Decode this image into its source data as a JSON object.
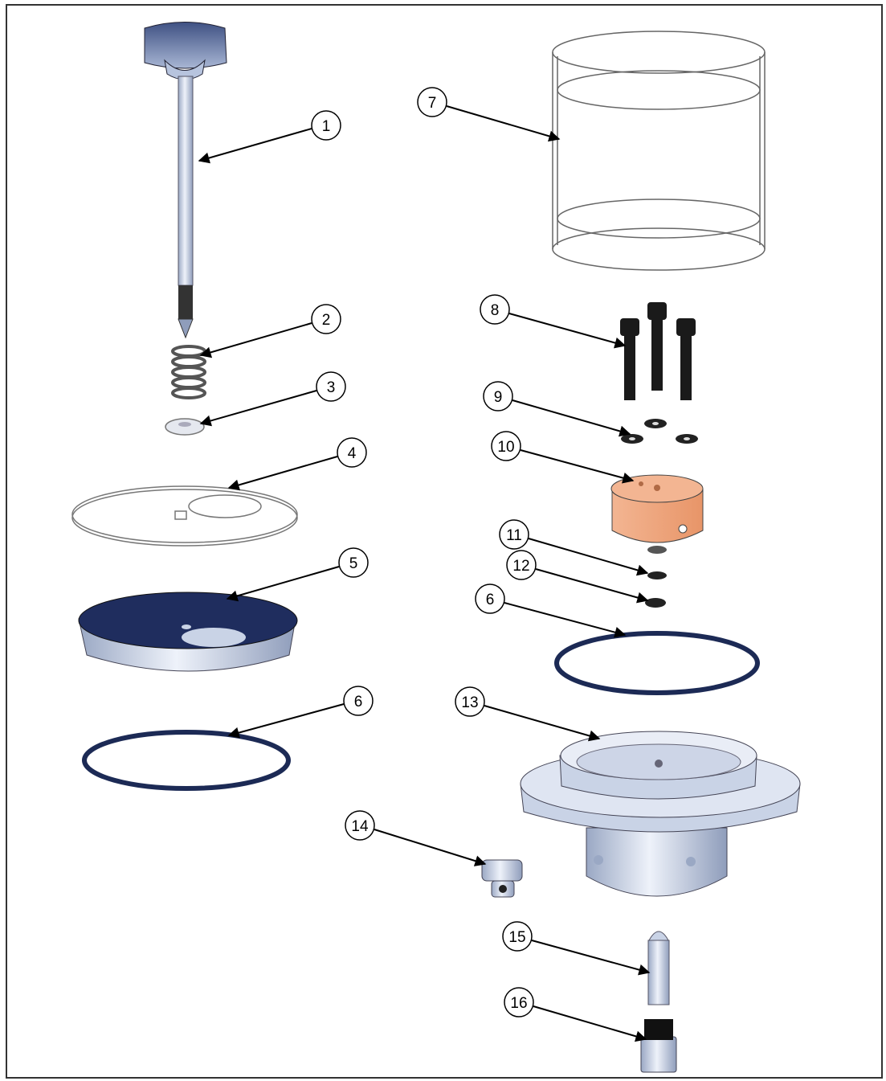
{
  "diagram": {
    "callouts": [
      {
        "id": "callout-1",
        "label": "1"
      },
      {
        "id": "callout-2",
        "label": "2"
      },
      {
        "id": "callout-3",
        "label": "3"
      },
      {
        "id": "callout-4",
        "label": "4"
      },
      {
        "id": "callout-5",
        "label": "5"
      },
      {
        "id": "callout-6a",
        "label": "6"
      },
      {
        "id": "callout-6b",
        "label": "6"
      },
      {
        "id": "callout-7",
        "label": "7"
      },
      {
        "id": "callout-8",
        "label": "8"
      },
      {
        "id": "callout-9",
        "label": "9"
      },
      {
        "id": "callout-10",
        "label": "10"
      },
      {
        "id": "callout-11",
        "label": "11"
      },
      {
        "id": "callout-12",
        "label": "12"
      },
      {
        "id": "callout-13",
        "label": "13"
      },
      {
        "id": "callout-14",
        "label": "14"
      },
      {
        "id": "callout-15",
        "label": "15"
      },
      {
        "id": "callout-16",
        "label": "16"
      }
    ],
    "colors": {
      "knob": "#3b4d7a",
      "metal": "#c9d3e6",
      "seal": "#1c2a55",
      "copper": "#f0a77f",
      "bolt": "#1a1a1a",
      "line": "#000000"
    }
  }
}
